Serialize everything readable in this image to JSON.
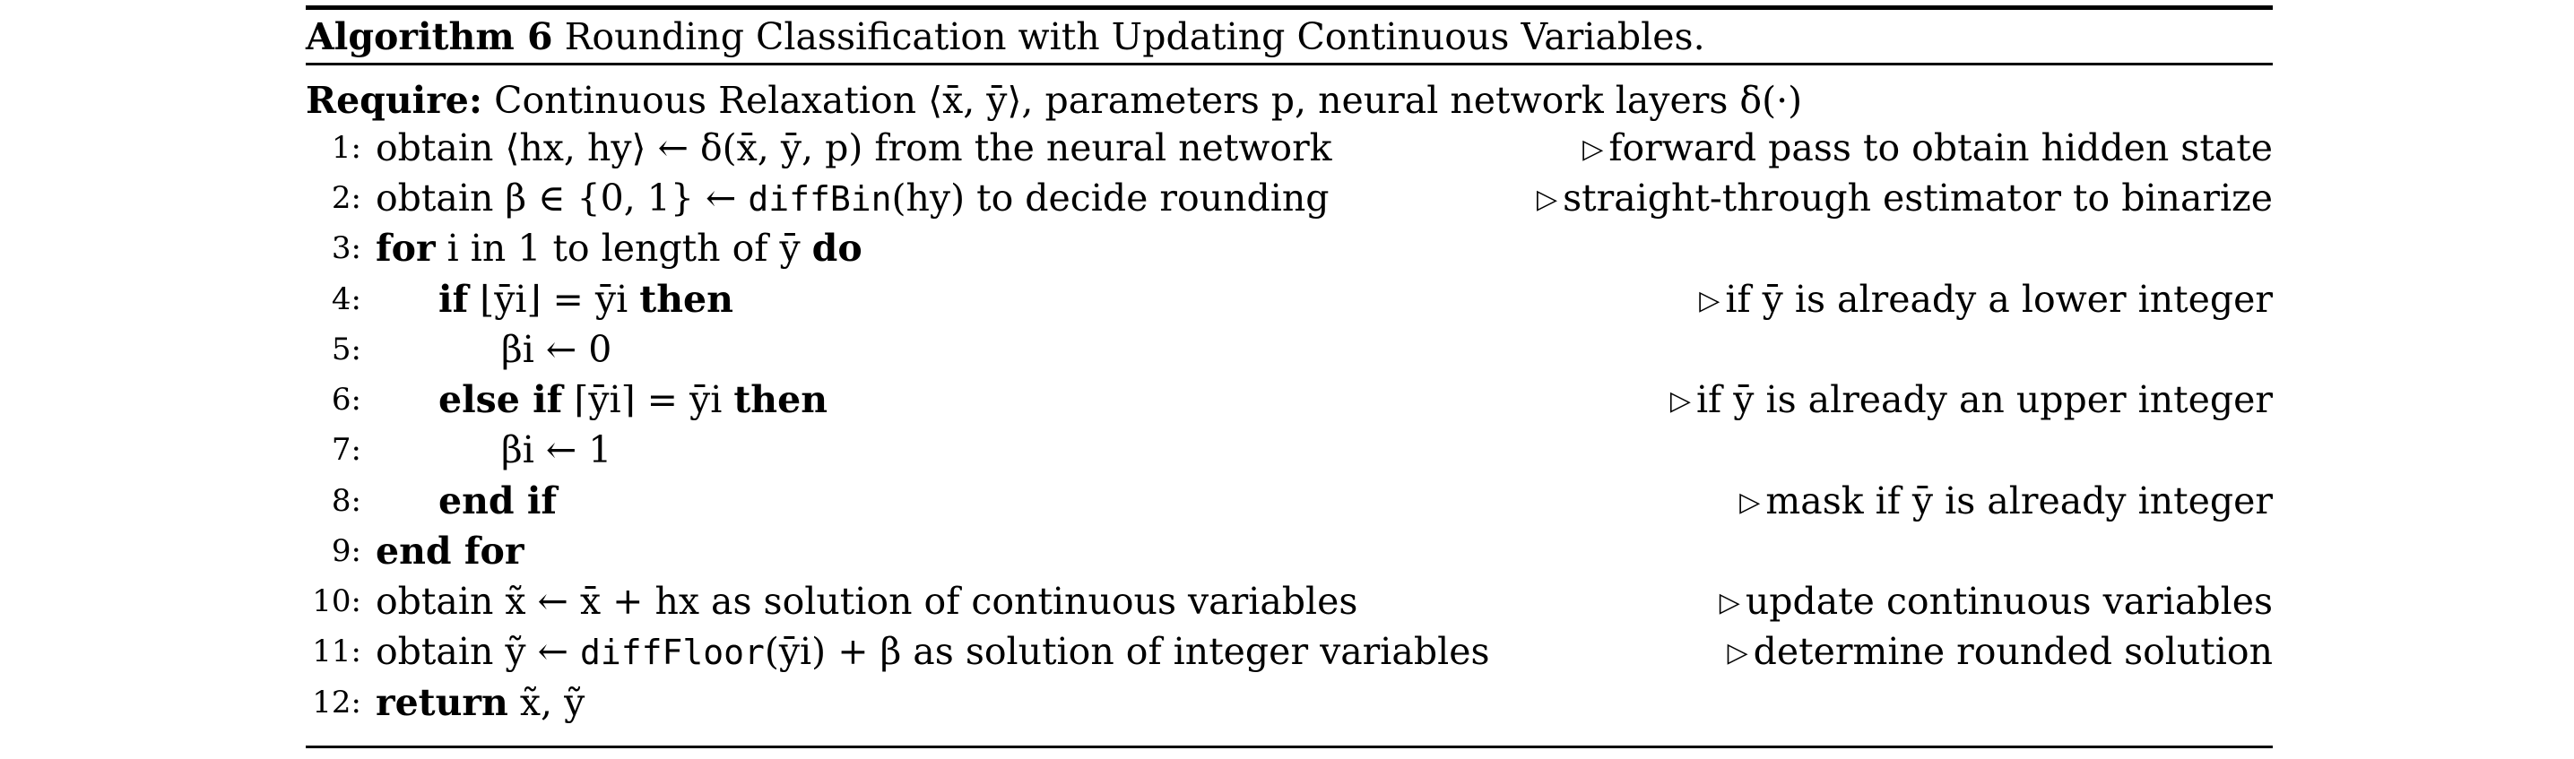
{
  "caption": {
    "label": "Algorithm 6",
    "title": "Rounding Classification with Updating Continuous Variables."
  },
  "require": {
    "keyword": "Require:",
    "text": "Continuous Relaxation ⟨x̄, ȳ⟩, parameters p, neural network layers δ(·)"
  },
  "lines": [
    {
      "num": "1:",
      "parts": [
        {
          "t": "obtain ⟨h"
        },
        {
          "t": "x"
        },
        {
          "t": ", h"
        },
        {
          "t": "y"
        },
        {
          "t": "⟩ ← δ(x̄, ȳ, p) from the neural network"
        }
      ],
      "text": "obtain ⟨hx, hy⟩ ← δ(x̄, ȳ, p) from the neural network",
      "comment": "forward pass to obtain hidden state"
    },
    {
      "num": "2:",
      "pre": "obtain β ∈ {0, 1} ← ",
      "mono": "diffBin",
      "post": "(hy) to decide rounding",
      "comment": "straight-through estimator to binarize"
    },
    {
      "num": "3:",
      "kw1": "for",
      "mid": " i in 1 to length of ȳ ",
      "kw2": "do",
      "comment": ""
    },
    {
      "num": "4:",
      "kw1": "if",
      "mid": " ⌊ȳi⌋ = ȳi ",
      "kw2": "then",
      "comment": "if ȳ is already a lower integer"
    },
    {
      "num": "5:",
      "text": "βi ← 0",
      "comment": ""
    },
    {
      "num": "6:",
      "kw1": "else if",
      "mid": " ⌈ȳi⌉ = ȳi ",
      "kw2": "then",
      "comment": "if ȳ is already an upper integer"
    },
    {
      "num": "7:",
      "text": "βi ← 1",
      "comment": ""
    },
    {
      "num": "8:",
      "kw1": "end if",
      "comment": "mask if ȳ is already integer"
    },
    {
      "num": "9:",
      "kw1": "end for",
      "comment": ""
    },
    {
      "num": "10:",
      "text": "obtain x̃ ← x̄ + hx as solution of continuous variables",
      "comment": "update continuous variables"
    },
    {
      "num": "11:",
      "pre": "obtain ỹ ← ",
      "mono": "diffFloor",
      "post": "(ȳi) + β as solution of integer variables",
      "comment": "determine rounded solution"
    },
    {
      "num": "12:",
      "kw1": "return",
      "mid": " x̃, ỹ",
      "comment": ""
    }
  ],
  "comment_marker": "▷"
}
